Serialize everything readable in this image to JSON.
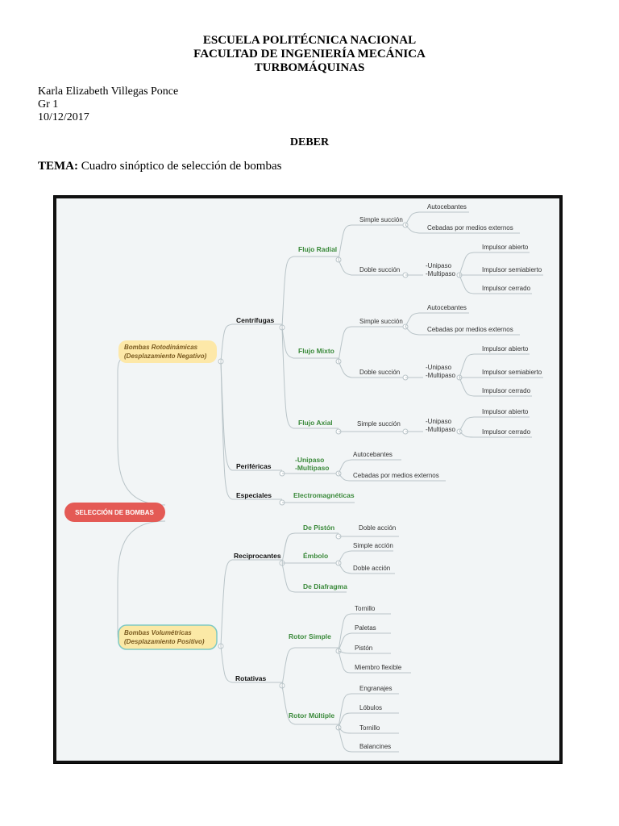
{
  "header": {
    "line1": "ESCUELA POLITÉCNICA NACIONAL",
    "line2": "FACULTAD DE INGENIERÍA MECÁNICA",
    "line3": "TURBOMÁQUINAS"
  },
  "author": {
    "name": "Karla Elizabeth Villegas Ponce",
    "group": "Gr 1",
    "date": "10/12/2017"
  },
  "doc": {
    "title": "DEBER",
    "tema_label": "TEMA:",
    "tema_text": " Cuadro sinóptico de selección de bombas"
  },
  "mindmap": {
    "root": "SELECCIÓN DE BOMBAS",
    "rotodinamicas": [
      "Bombas Rotodinámicas",
      "(Desplazamiento Negativo)"
    ],
    "volumetricas": [
      "Bombas Volumétricas",
      "(Desplazamiento Positivo)"
    ],
    "centrifugas": "Centrífugas",
    "perifericas": "Periféricas",
    "especiales": "Especiales",
    "reciprocantes": "Reciprocantes",
    "rotativas": "Rotativas",
    "flujo_radial": "Flujo Radial",
    "flujo_mixto": "Flujo Mixto",
    "flujo_axial": "Flujo Axial",
    "simple_succion": "Simple succión",
    "doble_succion": "Doble succión",
    "autocebantes": "Autocebantes",
    "cebadas": "Cebadas por medios externos",
    "unipaso": "-Unipaso",
    "multipaso": "-Multipaso",
    "impulsor_abierto": "Impulsor abierto",
    "impulsor_semiabierto": "Impulsor semiabierto",
    "impulsor_cerrado": "Impulsor cerrado",
    "electromagneticas": "Electromagnéticas",
    "de_piston": "De Pistón",
    "embolo": "Émbolo",
    "de_diafragma": "De Diafragma",
    "doble_accion": "Doble acción",
    "simple_accion": "Simple acción",
    "rotor_simple": "Rotor Simple",
    "rotor_multiple": "Rotor Múltiple",
    "tornillo": "Tornillo",
    "paletas": "Paletas",
    "piston": "Pistón",
    "miembro_flexible": "Miembro flexible",
    "engranajes": "Engranajes",
    "lobulos": "Lóbulos",
    "balancines": "Balancines"
  },
  "colors": {
    "root_fill": "#e45a55",
    "category_fill": "#fde8a8",
    "category_fill_alt": "#fbe9a6",
    "category_border_alt": "#7ec9c4",
    "green_label": "#3b8a3b",
    "line": "#b9c4c8",
    "frame_bg": "#f2f5f6"
  }
}
